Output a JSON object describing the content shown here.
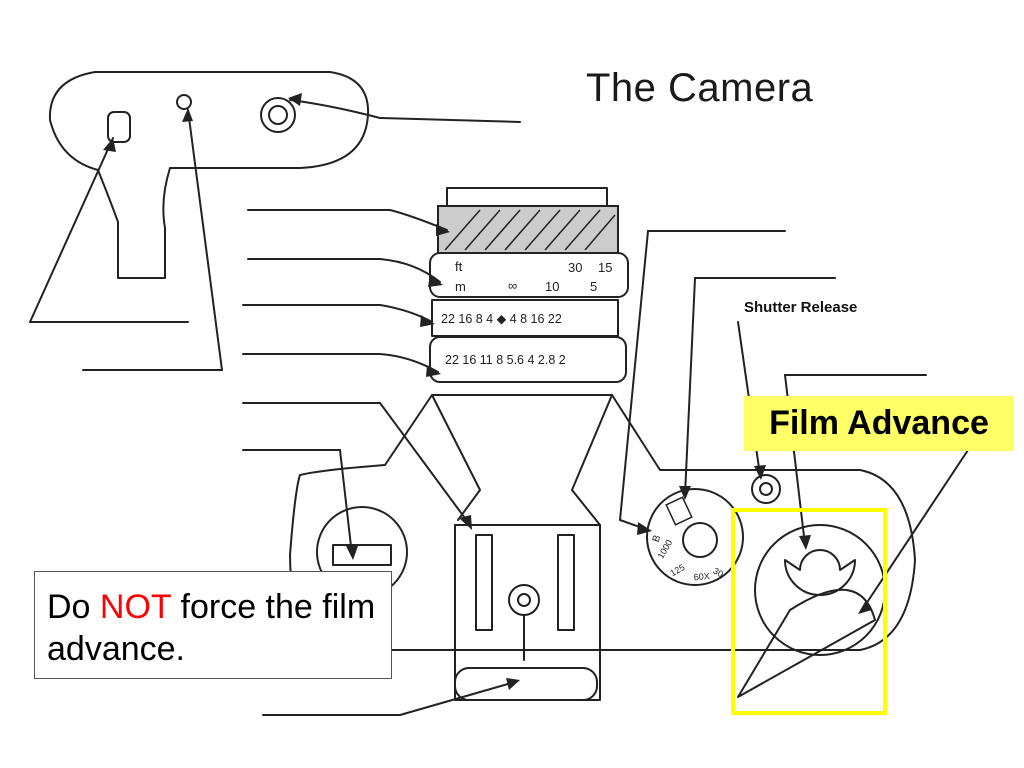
{
  "title": "The Camera",
  "labels": {
    "shutter_release": "Shutter Release",
    "film_advance": "Film Advance"
  },
  "note": {
    "part1": "Do ",
    "emphasis": "NOT",
    "part2": " force the film advance."
  },
  "scales": {
    "distance_units": [
      "ft",
      "m"
    ],
    "distance_ft": [
      "30",
      "15"
    ],
    "distance_m": [
      "∞",
      "10",
      "5"
    ],
    "depth_of_field": "22 16 8 4 ◆ 4 8 16 22",
    "aperture": "22 16 11 8 5.6 4 2.8 2"
  },
  "colors": {
    "highlight": "#ffff00",
    "label_background": "#ffff66",
    "emphasis": "#ff0000"
  }
}
